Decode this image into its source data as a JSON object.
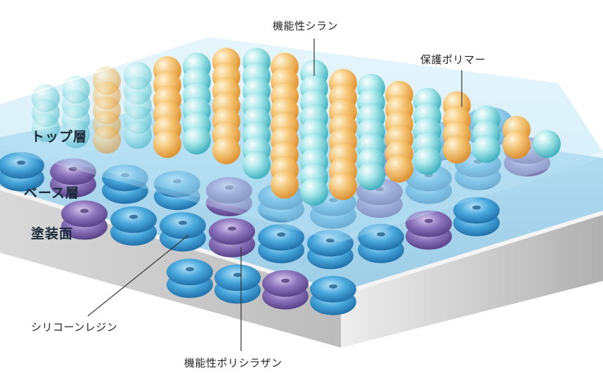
{
  "callouts": {
    "functional_silane": "機能性シラン",
    "protective_polymer": "保護ポリマー",
    "silicone_resin": "シリコーンレジン",
    "functional_polysilazane": "機能性ポリシラザン"
  },
  "layers": {
    "top": "トップ層",
    "base": "ベース層",
    "surface": "塗装面"
  },
  "colors": {
    "top_layer": "#bfe6f5",
    "base_layer": "#5fb8e0",
    "substrate": "#c8c8c8",
    "silane_sphere": "#9ee3e8",
    "polymer_sphere": "#f5c06a",
    "silicone_torus": "#3a9fd6",
    "polysilazane_torus": "#8a72b8"
  },
  "icons": {
    "sphere": "molecule-sphere",
    "torus": "molecule-torus"
  }
}
